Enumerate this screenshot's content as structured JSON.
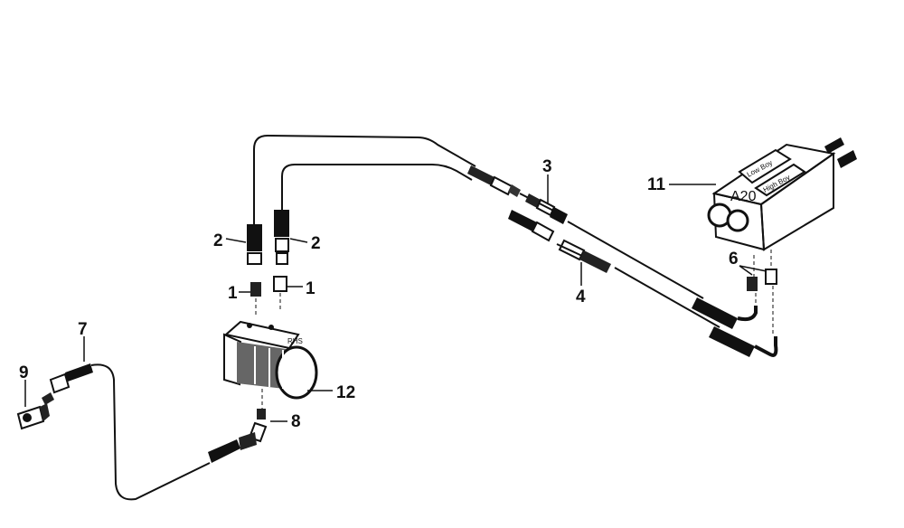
{
  "diagram": {
    "callouts": {
      "c1a": "1",
      "c1b": "1",
      "c2a": "2",
      "c2b": "2",
      "c3": "3",
      "c4": "4",
      "c6": "6",
      "c7": "7",
      "c8": "8",
      "c9": "9",
      "c11": "11",
      "c12": "12"
    },
    "valve_text": {
      "model": "A20",
      "lever_low": "Low Boy",
      "lever_high": "High Boy"
    },
    "motor_text": "RHS"
  }
}
